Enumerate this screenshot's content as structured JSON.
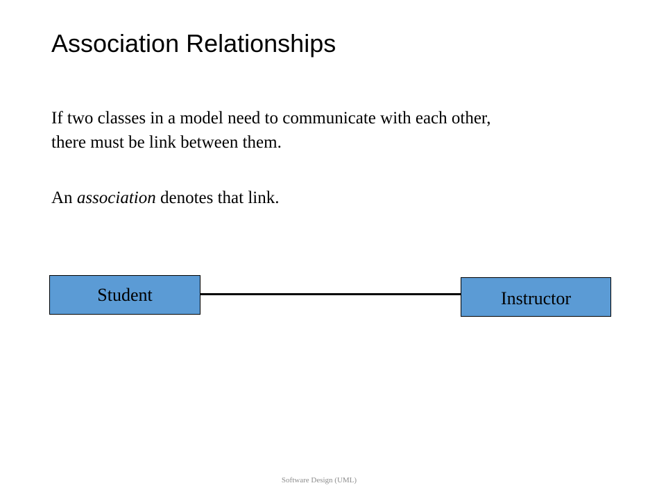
{
  "slide": {
    "title": "Association Relationships",
    "paragraph1_line1": "If two classes in a model need to communicate  with each other,",
    "paragraph1_line2": "there must be link between them.",
    "paragraph2_before": "An ",
    "paragraph2_emphasis": "association",
    "paragraph2_after": " denotes that link.",
    "footer": "Software Design (UML)"
  },
  "diagram": {
    "classes": [
      {
        "name": "Student"
      },
      {
        "name": "Instructor"
      }
    ],
    "class_fill_color": "#5b9bd5",
    "line_color": "#000000"
  }
}
